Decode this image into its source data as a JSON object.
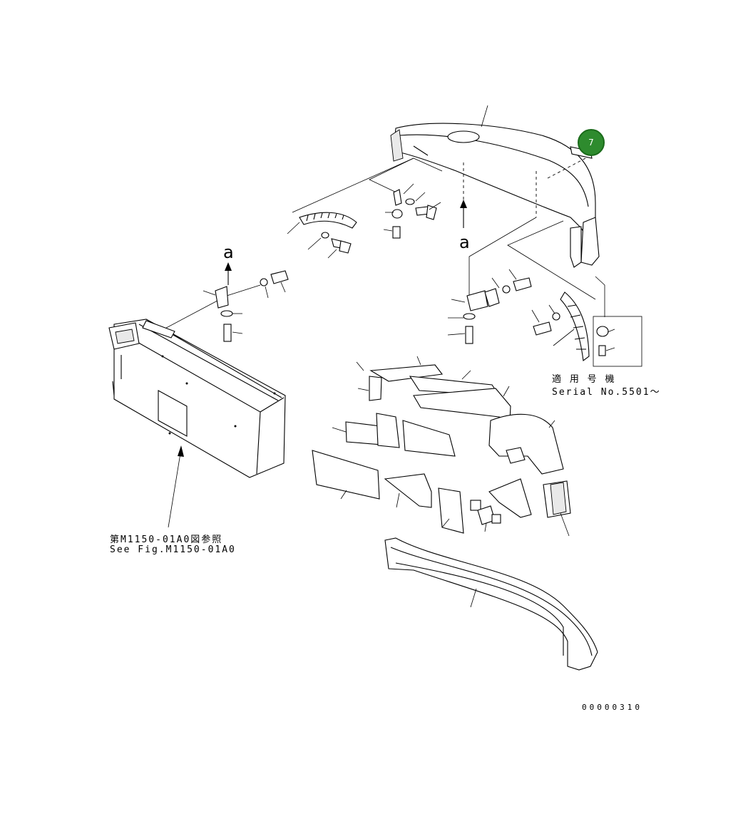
{
  "badge": {
    "number": "7",
    "color": "#2e8b2e"
  },
  "view_markers": [
    "a",
    "a"
  ],
  "serial_box": {
    "label_jp": "適 用 号 機",
    "label_en": "Serial No.5501〜"
  },
  "reference": {
    "label_jp": "第M1150-01A0図参照",
    "label_en": "See Fig.M1150-01A0"
  },
  "drawing_number": "00000310"
}
